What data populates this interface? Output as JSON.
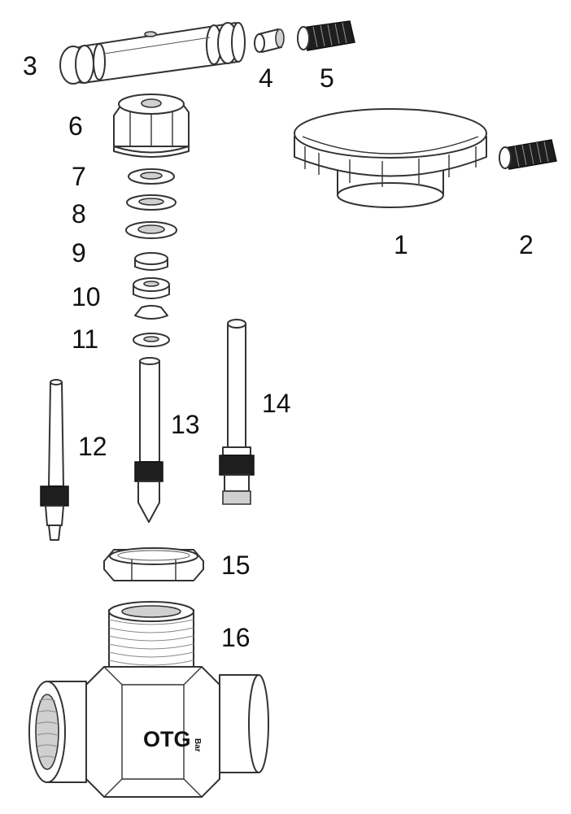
{
  "figure": {
    "callouts": {
      "p1": "1",
      "p2": "2",
      "p3": "3",
      "p4": "4",
      "p5": "5",
      "p6": "6",
      "p7": "7",
      "p8": "8",
      "p9": "9",
      "p10": "10",
      "p11": "11",
      "p12": "12",
      "p13": "13",
      "p14": "14",
      "p15": "15",
      "p16": "16"
    },
    "body_marking": "OTG",
    "body_marking_small": "Bar"
  }
}
